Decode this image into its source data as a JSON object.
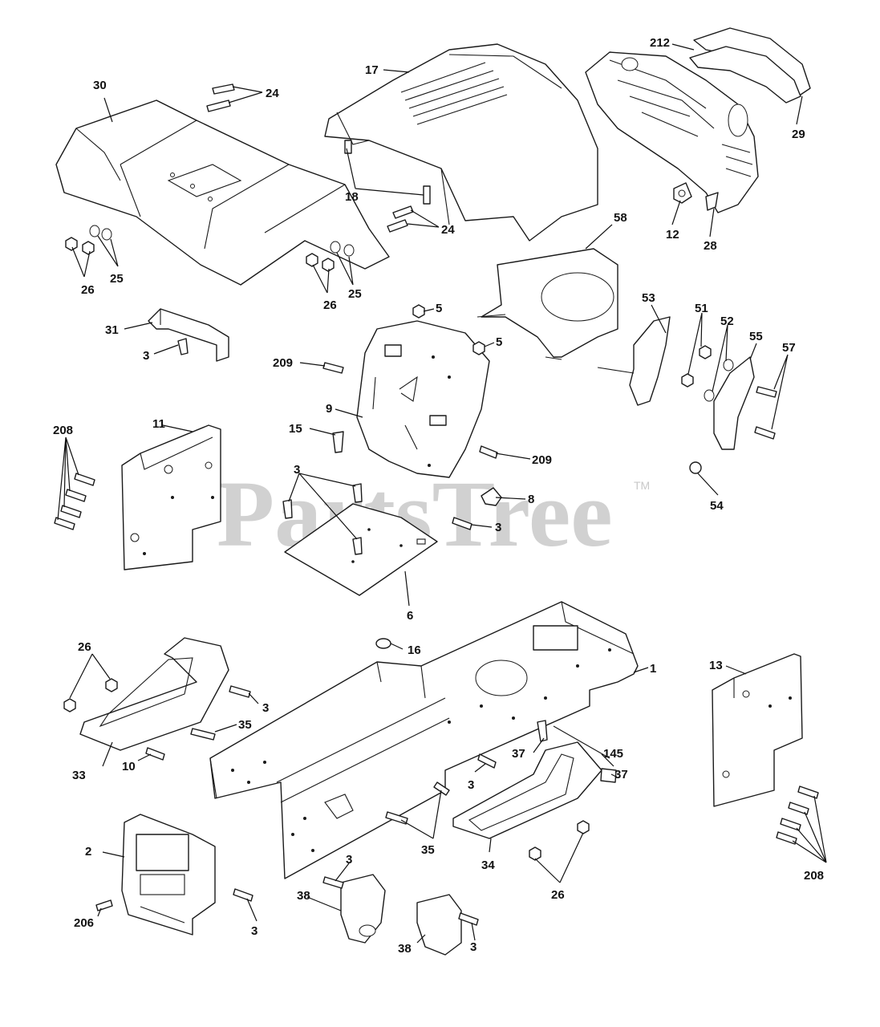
{
  "watermark": {
    "text": "PartsTree",
    "trademark": "TM"
  },
  "callouts": {
    "c30": "30",
    "c24a": "24",
    "c17": "17",
    "c212": "212",
    "c29": "29",
    "c18": "18",
    "c24b": "24",
    "c12": "12",
    "c28": "28",
    "c58": "58",
    "c26a": "26",
    "c25a": "25",
    "c26b": "26",
    "c25b": "25",
    "c31": "31",
    "c3a": "3",
    "c5a": "5",
    "c5b": "5",
    "c53": "53",
    "c51": "51",
    "c52": "52",
    "c55": "55",
    "c57": "57",
    "c209a": "209",
    "c9": "9",
    "c208a": "208",
    "c11": "11",
    "c15": "15",
    "c209b": "209",
    "c54": "54",
    "c3b": "3",
    "c8": "8",
    "c3c": "3",
    "c6": "6",
    "c16": "16",
    "c1": "1",
    "c13": "13",
    "c26c": "26",
    "c3d": "3",
    "c35a": "35",
    "c33": "33",
    "c10": "10",
    "c37a": "37",
    "c145": "145",
    "c37b": "37",
    "c3e": "3",
    "c2": "2",
    "c35b": "35",
    "c34": "34",
    "c26d": "26",
    "c208b": "208",
    "c3f": "3",
    "c38a": "38",
    "c206": "206",
    "c3g": "3",
    "c38b": "38",
    "c3h": "3"
  }
}
